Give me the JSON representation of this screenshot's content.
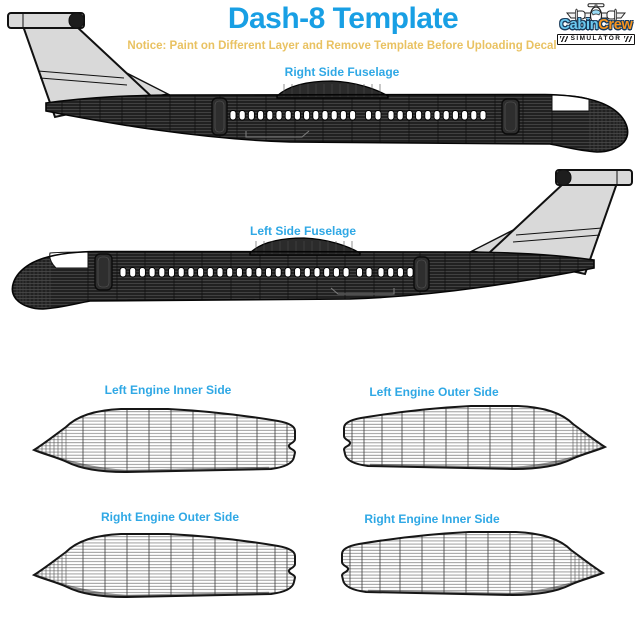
{
  "header": {
    "title": "Dash-8 Template",
    "notice": "Notice: Paint on Different Layer and Remove Template Before Uploading Decal"
  },
  "logo": {
    "brand_part1": "Cabin",
    "brand_part2": "Crew",
    "tagline": "SIMULATOR"
  },
  "views": {
    "right_fuselage": {
      "label": "Right Side Fuselage"
    },
    "left_fuselage": {
      "label": "Left Side Fuselage"
    },
    "left_engine_inner": {
      "label": "Left Engine Inner Side"
    },
    "left_engine_outer": {
      "label": "Left Engine Outer Side"
    },
    "right_engine_outer": {
      "label": "Right Engine Outer Side"
    },
    "right_engine_inner": {
      "label": "Right Engine Inner Side"
    }
  },
  "colors": {
    "accent_blue": "#189FE4",
    "label_blue": "#2FA8E5",
    "notice_gold": "#E9C262",
    "logo_light_blue": "#6CC9F0",
    "logo_orange": "#F7941E",
    "logo_outline_navy": "#1B3B5A",
    "tail_gray": "#D9D9D9",
    "wireframe_dark": "#212121",
    "background": "#FFFFFF"
  }
}
